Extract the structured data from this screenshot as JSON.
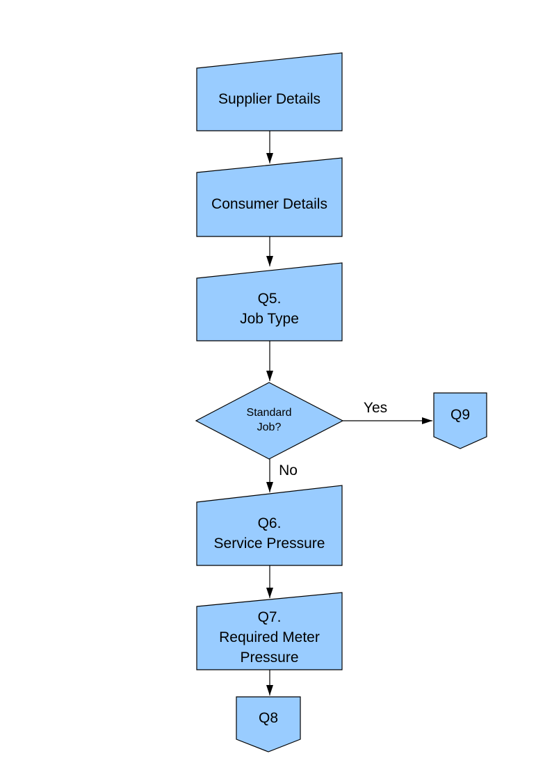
{
  "diagram": {
    "background_color": "#FFFFFF",
    "node_fill": "#99CCFF",
    "node_stroke": "#000000",
    "arrow_color": "#000000",
    "nodes": {
      "supplier": {
        "type": "manual-input",
        "label": "Supplier Details"
      },
      "consumer": {
        "type": "manual-input",
        "label": "Consumer Details"
      },
      "q5": {
        "type": "manual-input",
        "label": "Q5.\nJob Type"
      },
      "decision": {
        "type": "decision",
        "label": "Standard\nJob?"
      },
      "q9": {
        "type": "off-page-connector",
        "label": "Q9"
      },
      "q6": {
        "type": "manual-input",
        "label": "Q6.\nService Pressure"
      },
      "q7": {
        "type": "manual-input",
        "label": "Q7.\nRequired Meter\nPressure"
      },
      "q8": {
        "type": "off-page-connector",
        "label": "Q8"
      }
    },
    "edge_labels": {
      "yes": "Yes",
      "no": "No"
    }
  }
}
